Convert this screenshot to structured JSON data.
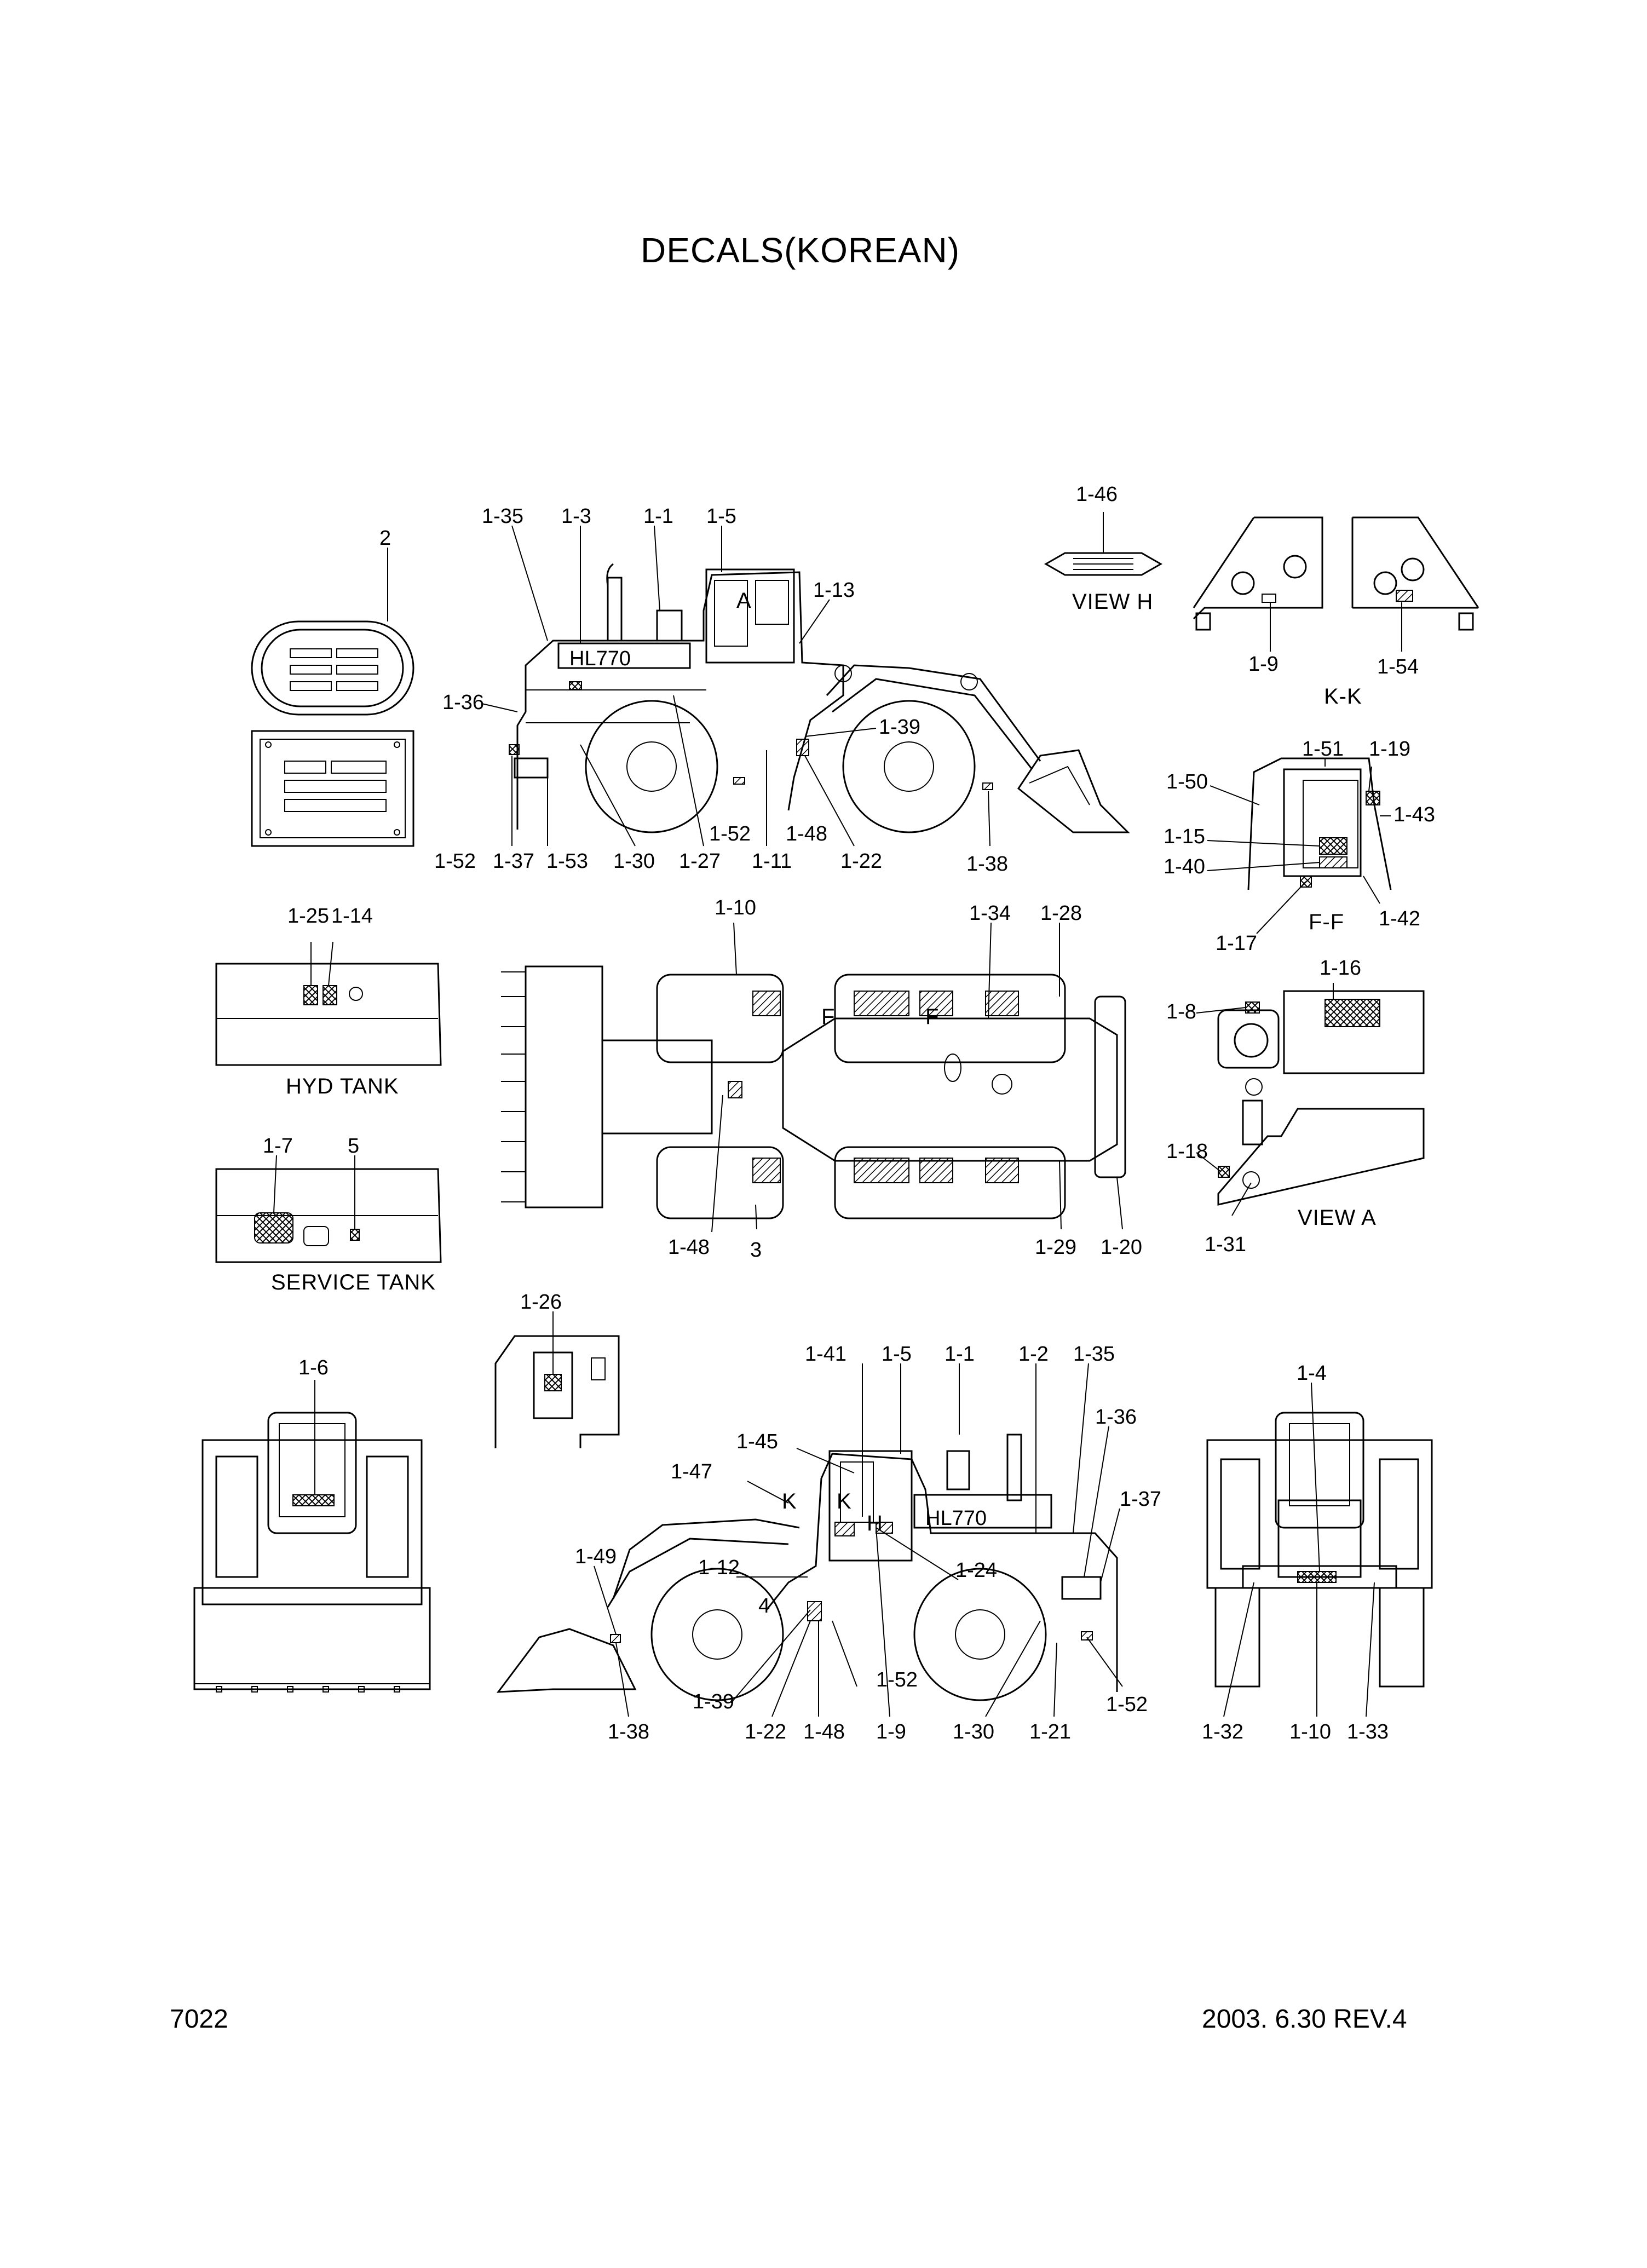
{
  "title": "DECALS(KOREAN)",
  "footer": {
    "page": "7022",
    "date_rev": "2003. 6.30  REV.4"
  },
  "captions": {
    "view_h": "VIEW H",
    "kk": "K-K",
    "ff": "F-F",
    "hyd_tank": "HYD TANK",
    "view_a": "VIEW A",
    "service_tank": "SERVICE TANK",
    "pt_a": "A",
    "pt_f1": "F",
    "pt_f2": "F",
    "pt_k1": "K",
    "pt_k2": "K",
    "pt_h": "H",
    "model": "HL770"
  },
  "callouts": {
    "c01": "2",
    "c02": "1-35",
    "c03": "1-3",
    "c04": "1-1",
    "c05": "1-5",
    "c06": "1-13",
    "c07": "1-36",
    "c08": "1-39",
    "c09": "1-52",
    "c10": "1-37",
    "c11": "1-53",
    "c12": "1-30",
    "c13": "1-27",
    "c14": "1-52",
    "c15": "1-11",
    "c16": "1-48",
    "c17": "1-22",
    "c18": "1-38",
    "c19": "1-46",
    "c20": "1-9",
    "c21": "1-54",
    "c22": "1-51",
    "c23": "1-19",
    "c24": "1-50",
    "c25": "1-43",
    "c26": "1-15",
    "c27": "1-40",
    "c28": "1-42",
    "c29": "1-17",
    "c30": "1-25",
    "c31": "1-14",
    "c32": "1-10",
    "c33": "1-34",
    "c34": "1-28",
    "c35": "1-16",
    "c36": "1-8",
    "c37": "1-18",
    "c38": "1-31",
    "c39": "1-7",
    "c40": "5",
    "c41": "1-48",
    "c42": "3",
    "c43": "1-29",
    "c44": "1-20",
    "c45": "1-26",
    "c46": "1-6",
    "c47": "1-41",
    "c48": "1-5",
    "c49": "1-1",
    "c50": "1-2",
    "c51": "1-35",
    "c52": "1-4",
    "c53": "1-36",
    "c54": "1-45",
    "c55": "1-47",
    "c56": "1-37",
    "c57": "1-49",
    "c58": "1-12",
    "c59": "1-24",
    "c60": "4",
    "c61": "1-52",
    "c62": "1-39",
    "c63": "1-52",
    "c64": "1-38",
    "c65": "1-22",
    "c66": "1-48",
    "c67": "1-9",
    "c68": "1-30",
    "c69": "1-21",
    "c70": "1-32",
    "c71": "1-10",
    "c72": "1-33"
  }
}
